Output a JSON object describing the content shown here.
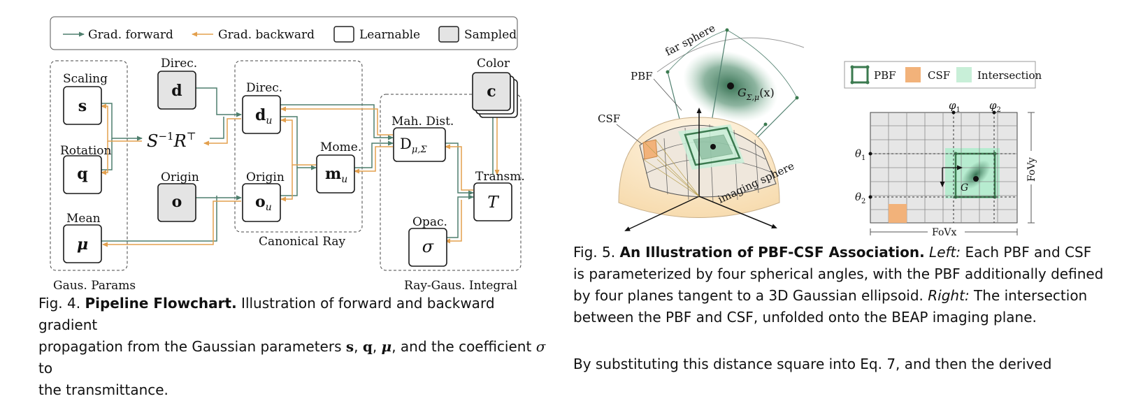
{
  "fig4": {
    "legend": {
      "grad_forward": "Grad. forward",
      "grad_backward": "Grad. backward",
      "learnable": "Learnable",
      "sampled": "Sampled"
    },
    "group_labels": {
      "gaus_params": "Gaus. Params",
      "canonical_ray": "Canonical Ray",
      "ray_gaus_integral": "Ray-Gaus. Integral"
    },
    "node_labels": {
      "scaling": "Scaling",
      "rotation": "Rotation",
      "mean": "Mean",
      "direc": "Direc.",
      "origin": "Origin",
      "direc_u": "Direc.",
      "origin_u": "Origin",
      "mome": "Mome.",
      "mah_dist": "Mah. Dist.",
      "color": "Color",
      "transm": "Transm.",
      "opac": "Opac."
    },
    "node_symbols": {
      "s": "s",
      "q": "q",
      "mu": "μ",
      "d": "d",
      "o": "o",
      "d_u": "d",
      "d_u_sub": "u",
      "o_u": "o",
      "o_u_sub": "u",
      "m_u": "m",
      "m_u_sub": "u",
      "D": "D",
      "D_sub": "μ,Σ",
      "c": "c",
      "T": "T",
      "sigma": "σ",
      "SR_S": "S",
      "SR_sup": "−1",
      "SR_R": "R",
      "SR_T": "⊤"
    },
    "caption": {
      "prefix": "Fig. 4.",
      "title": "Pipeline Flowchart.",
      "text_1": "Illustration of forward and backward gradient",
      "text_2a": "propagation from the Gaussian parameters",
      "s": "s",
      "sep1": ",",
      "q": "q",
      "sep2": ",",
      "mu": "μ",
      "text_2b": ", and the coefficient",
      "sigma": "σ",
      "text_2c": "to",
      "text_3": "the transmittance."
    }
  },
  "fig5": {
    "labels": {
      "far_sphere": "far sphere",
      "pbf": "PBF",
      "csf": "CSF",
      "imaging_sphere": "imaging sphere",
      "gaussian": "G",
      "gaussian_sub": "Σ,μ",
      "gaussian_arg": "(x)",
      "grid_gaussian": "G"
    },
    "legend": {
      "pbf": "PBF",
      "csf": "CSF",
      "intersection": "Intersection"
    },
    "grid_labels": {
      "phi1": "φ",
      "phi1_sub": "1",
      "phi2": "φ",
      "phi2_sub": "2",
      "theta1": "θ",
      "theta1_sub": "1",
      "theta2": "θ",
      "theta2_sub": "2",
      "fovx": "FoVx",
      "fovy": "FoVy"
    },
    "caption": {
      "prefix": "Fig. 5.",
      "title": "An Illustration of PBF-CSF Association.",
      "left_label": "Left:",
      "text_1": "Each PBF and CSF",
      "text_2": "is parameterized by four spherical angles, with the PBF additionally defined",
      "text_3": "by four planes tangent to a 3D Gaussian ellipsoid.",
      "right_label": "Right:",
      "text_3b": "The intersection",
      "text_4": "between the PBF and CSF, unfolded onto the BEAP imaging plane."
    }
  },
  "body_text": "By substituting this distance square into Eq. 7, and then the derived",
  "colors": {
    "forward": "#4f7f6e",
    "backward": "#e3a04e",
    "sampled_fill": "#e4e4e4",
    "pbf": "#3b7a4f",
    "csf": "#f2b27a",
    "intersection": "#c8efd8"
  }
}
